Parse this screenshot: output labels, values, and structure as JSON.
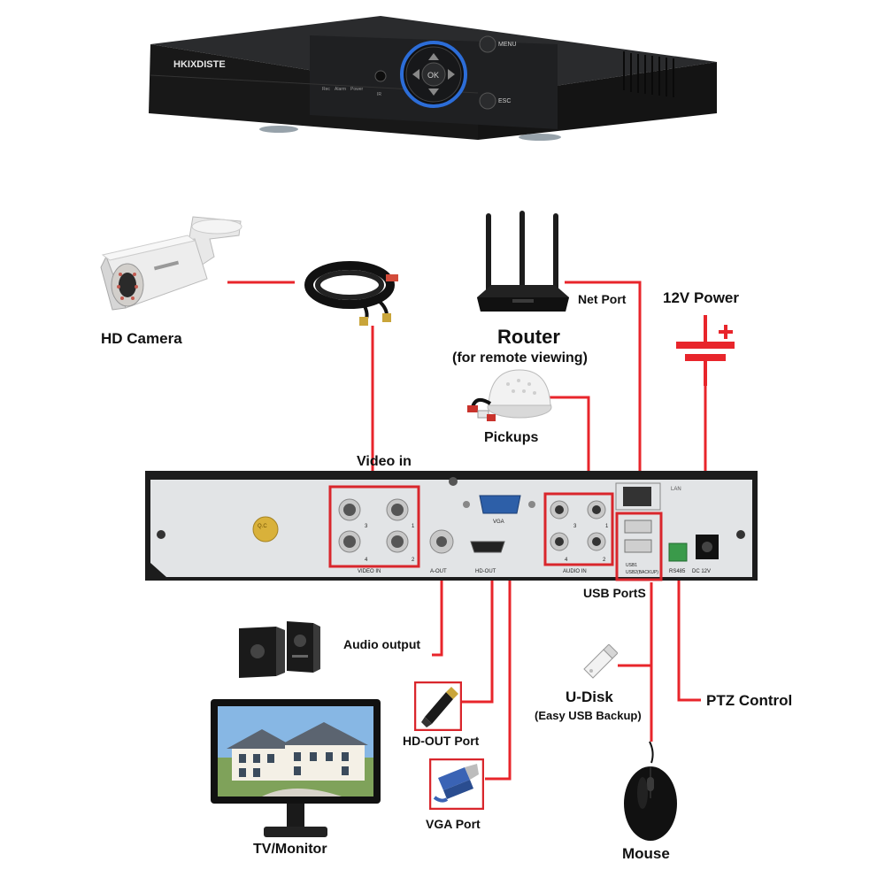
{
  "dvr": {
    "brand": "HKIXDISTE",
    "indicators": [
      "Rec",
      "Alarm",
      "Power"
    ],
    "ir": "IR",
    "ok": "OK",
    "menu": "MENU",
    "esc": "ESC"
  },
  "labels": {
    "hd_camera": "HD Camera",
    "router": "Router",
    "router_sub": "(for remote viewing)",
    "net_port": "Net Port",
    "power": "12V Power",
    "pickups": "Pickups",
    "video_in": "Video in",
    "usb_ports": "USB PortS",
    "audio_output": "Audio output",
    "hd_out_port": "HD-OUT Port",
    "vga_port": "VGA Port",
    "udisk": "U-Disk",
    "udisk_sub": "(Easy USB Backup)",
    "ptz": "PTZ Control",
    "tv": "TV/Monitor",
    "mouse": "Mouse"
  },
  "panel": {
    "video_in": "VIDEO IN",
    "a_out": "A-OUT",
    "hd_out": "HD-OUT",
    "vga": "VGA",
    "audio_in": "AUDIO IN",
    "lan": "LAN",
    "usb1": "USB1",
    "usb2": "USB2(BACKUP)",
    "rs485": "RS485",
    "dc12v": "DC 12V",
    "qc": "Q.C",
    "ports": [
      "1",
      "2",
      "3",
      "4"
    ]
  },
  "colors": {
    "wire": "#e8252b",
    "box": "#d9262c",
    "chassis": "#1c1c1c",
    "panel": "#e2e4e6"
  }
}
